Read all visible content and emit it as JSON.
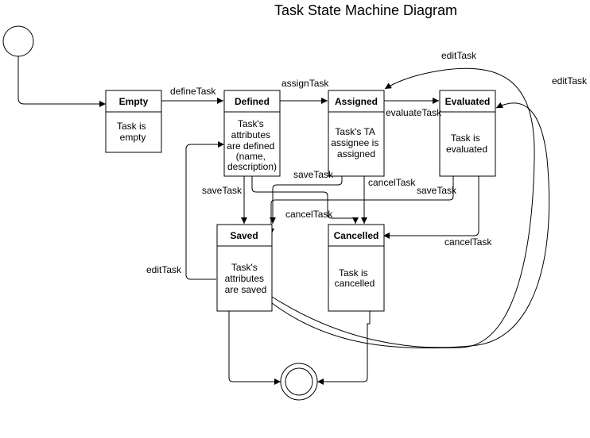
{
  "diagram": {
    "title": "Task State Machine Diagram",
    "states": [
      {
        "id": "empty",
        "name": "Empty",
        "description": [
          "Task is",
          "empty"
        ]
      },
      {
        "id": "defined",
        "name": "Defined",
        "description": [
          "Task's",
          "attributes",
          "are defined",
          "(name,",
          "description)"
        ]
      },
      {
        "id": "assigned",
        "name": "Assigned",
        "description": [
          "Task's TA",
          "assignee is",
          "assigned"
        ]
      },
      {
        "id": "evaluated",
        "name": "Evaluated",
        "description": [
          "Task is",
          "evaluated"
        ]
      },
      {
        "id": "saved",
        "name": "Saved",
        "description": [
          "Task's",
          "attributes",
          "are saved"
        ]
      },
      {
        "id": "cancelled",
        "name": "Cancelled",
        "description": [
          "Task is",
          "cancelled"
        ]
      }
    ],
    "transitions": [
      {
        "id": "t-start-empty",
        "from": "initial",
        "to": "empty",
        "label": ""
      },
      {
        "id": "t-empty-defined",
        "from": "empty",
        "to": "defined",
        "label": "defineTask"
      },
      {
        "id": "t-defined-assigned",
        "from": "defined",
        "to": "assigned",
        "label": "assignTask"
      },
      {
        "id": "t-assigned-evaluated",
        "from": "assigned",
        "to": "evaluated",
        "label": "evaluateTask"
      },
      {
        "id": "t-defined-saved",
        "from": "defined",
        "to": "saved",
        "label": "saveTask"
      },
      {
        "id": "t-defined-cancelled",
        "from": "defined",
        "to": "cancelled",
        "label": "cancelTask"
      },
      {
        "id": "t-assigned-saved",
        "from": "assigned",
        "to": "saved",
        "label": "saveTask"
      },
      {
        "id": "t-assigned-cancelled",
        "from": "assigned",
        "to": "cancelled",
        "label": "cancelTask"
      },
      {
        "id": "t-evaluated-saved",
        "from": "evaluated",
        "to": "saved",
        "label": "saveTask"
      },
      {
        "id": "t-evaluated-cancelled",
        "from": "evaluated",
        "to": "cancelled",
        "label": "cancelTask"
      },
      {
        "id": "t-saved-defined",
        "from": "saved",
        "to": "defined",
        "label": "editTask"
      },
      {
        "id": "t-saved-assigned",
        "from": "saved",
        "to": "assigned",
        "label": "editTask"
      },
      {
        "id": "t-saved-evaluated",
        "from": "saved",
        "to": "evaluated",
        "label": "editTask"
      },
      {
        "id": "t-saved-final",
        "from": "saved",
        "to": "final",
        "label": ""
      },
      {
        "id": "t-cancelled-final",
        "from": "cancelled",
        "to": "final",
        "label": ""
      }
    ]
  }
}
